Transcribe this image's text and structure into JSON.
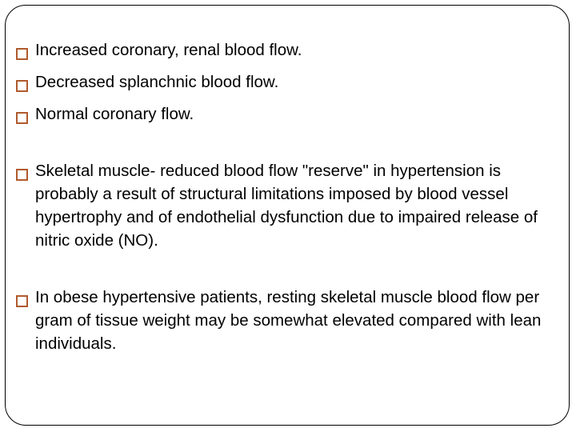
{
  "slide": {
    "background_color": "#FFFFFF",
    "border_color": "#000000",
    "bullet_color": "#B05A2E",
    "text_color": "#000000",
    "bullet_glyph": "hollow-square",
    "groups": [
      {
        "name": "blood-flow-changes",
        "bullets": [
          {
            "text": "Increased coronary, renal blood flow."
          },
          {
            "text": "Decreased splanchnic blood flow."
          },
          {
            "text": "Normal coronary flow."
          }
        ]
      },
      {
        "name": "skeletal-muscle-reserve",
        "bullets": [
          {
            "text": "Skeletal muscle- reduced blood flow \"reserve\" in hypertension is probably a result of structural limitations imposed by blood vessel hypertrophy and of endothelial dysfunction due to impaired release of nitric oxide (NO)."
          }
        ]
      },
      {
        "name": "obese-hypertensive-patients",
        "bullets": [
          {
            "text": "In obese hypertensive patients, resting skeletal muscle blood flow per gram of tissue weight may be somewhat elevated compared with lean individuals."
          }
        ]
      }
    ]
  }
}
